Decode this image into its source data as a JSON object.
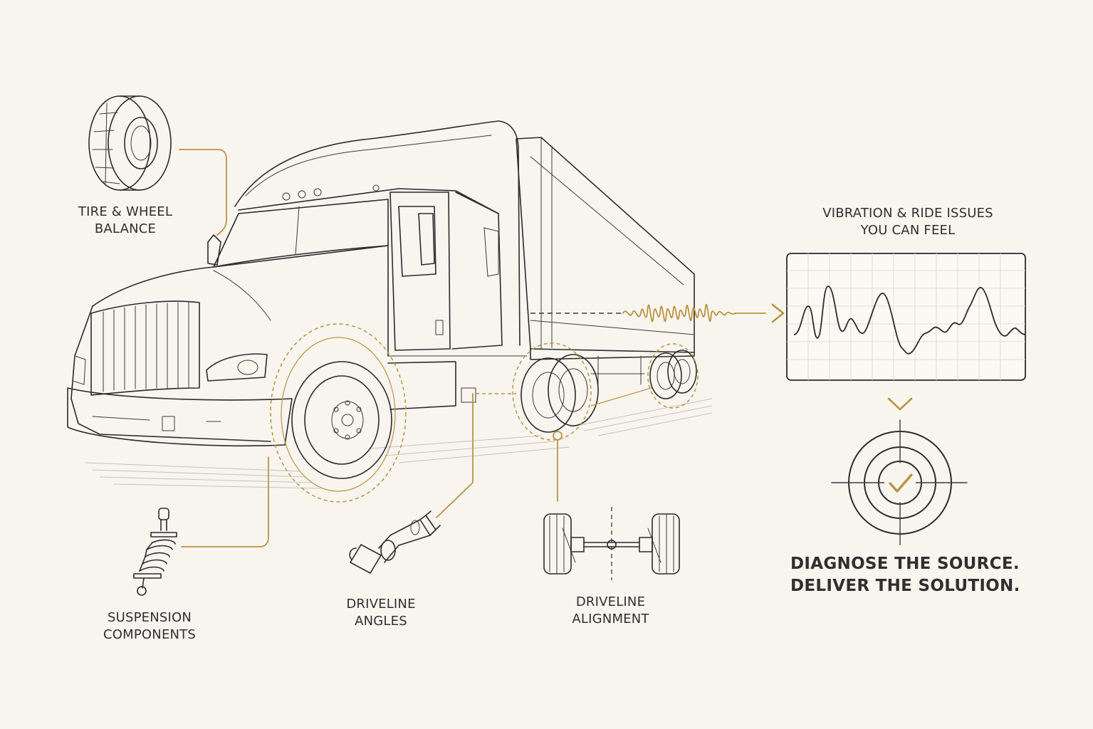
{
  "labels": {
    "tire_wheel": [
      "TIRE & WHEEL",
      "BALANCE"
    ],
    "suspension": [
      "SUSPENSION",
      "COMPONENTS"
    ],
    "driveline_angles": [
      "DRIVELINE",
      "ANGLES"
    ],
    "driveline_alignment": [
      "DRIVELINE",
      "ALIGNMENT"
    ],
    "vibration": [
      "VIBRATION & RIDE ISSUES",
      "YOU CAN FEEL"
    ]
  },
  "headline": [
    "DIAGNOSE THE SOURCE.",
    "DELIVER THE SOLUTION."
  ],
  "colors": {
    "background": "#f8f5ef",
    "ink": "#2b2b2b",
    "accent_gold": "#b99440"
  },
  "icons": [
    "tire-icon",
    "shock-absorber-icon",
    "u-joint-driveshaft-icon",
    "axle-alignment-icon",
    "waveform-monitor-icon",
    "target-check-icon",
    "chevron-down-icon",
    "chevron-right-icon"
  ]
}
